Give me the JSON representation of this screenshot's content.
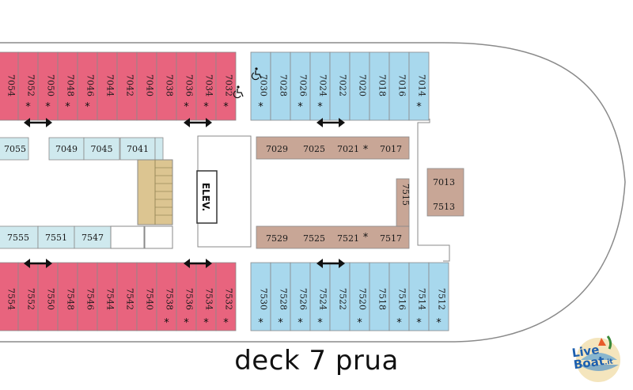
{
  "colors": {
    "pink": "#e8647e",
    "blue": "#a8d8ed",
    "light_blue": "#cfe9ee",
    "brown": "#c8a696",
    "stairs": "#dcc591",
    "outline": "#8a8a8a"
  },
  "top_pink": [
    {
      "n": "7054",
      "s": false
    },
    {
      "n": "7052",
      "s": true
    },
    {
      "n": "7050",
      "s": true
    },
    {
      "n": "7048",
      "s": true
    },
    {
      "n": "7046",
      "s": true
    },
    {
      "n": "7044",
      "s": false
    },
    {
      "n": "7042",
      "s": false
    },
    {
      "n": "7040",
      "s": false
    },
    {
      "n": "7038",
      "s": false
    },
    {
      "n": "7036",
      "s": true
    },
    {
      "n": "7034",
      "s": true
    },
    {
      "n": "7032",
      "s": true
    }
  ],
  "top_blue": [
    {
      "n": "7030",
      "s": true
    },
    {
      "n": "7028",
      "s": false
    },
    {
      "n": "7026",
      "s": true
    },
    {
      "n": "7024",
      "s": true
    },
    {
      "n": "7022",
      "s": false
    },
    {
      "n": "7020",
      "s": false
    },
    {
      "n": "7018",
      "s": false
    },
    {
      "n": "7016",
      "s": false
    },
    {
      "n": "7014",
      "s": true
    }
  ],
  "bottom_pink": [
    {
      "n": "7554",
      "s": false
    },
    {
      "n": "7552",
      "s": false
    },
    {
      "n": "7550",
      "s": false
    },
    {
      "n": "7548",
      "s": false
    },
    {
      "n": "7546",
      "s": false
    },
    {
      "n": "7544",
      "s": false
    },
    {
      "n": "7542",
      "s": false
    },
    {
      "n": "7540",
      "s": false
    },
    {
      "n": "7538",
      "s": true
    },
    {
      "n": "7536",
      "s": true
    },
    {
      "n": "7534",
      "s": true
    },
    {
      "n": "7532",
      "s": true
    }
  ],
  "bottom_blue": [
    {
      "n": "7530",
      "s": true
    },
    {
      "n": "7528",
      "s": true
    },
    {
      "n": "7526",
      "s": true
    },
    {
      "n": "7524",
      "s": true
    },
    {
      "n": "7522",
      "s": false
    },
    {
      "n": "7520",
      "s": true
    },
    {
      "n": "7518",
      "s": false
    },
    {
      "n": "7516",
      "s": true
    },
    {
      "n": "7514",
      "s": true
    },
    {
      "n": "7512",
      "s": true
    }
  ],
  "inner_top_left": [
    "7055",
    "7049",
    "7045",
    "7041"
  ],
  "inner_bottom_left": [
    "7555",
    "7551",
    "7547"
  ],
  "inner_top_right": [
    {
      "n": "7029",
      "s": false
    },
    {
      "n": "7025",
      "s": false
    },
    {
      "n": "7021",
      "s": true
    },
    {
      "n": "7017",
      "s": false
    }
  ],
  "inner_bottom_right": [
    {
      "n": "7529",
      "s": false
    },
    {
      "n": "7525",
      "s": false
    },
    {
      "n": "7521",
      "s": true
    },
    {
      "n": "7517",
      "s": false
    }
  ],
  "vertical_cabin": "7515",
  "forward_cabins": [
    "7013",
    "7513"
  ],
  "elevator_label": "ELEV.",
  "star_symbol": "*",
  "accessible_icon": "wheelchair-icon",
  "title": "deck 7 prua",
  "logo": {
    "line1": "Live",
    "line2": "Boat",
    "suffix": ".it"
  }
}
